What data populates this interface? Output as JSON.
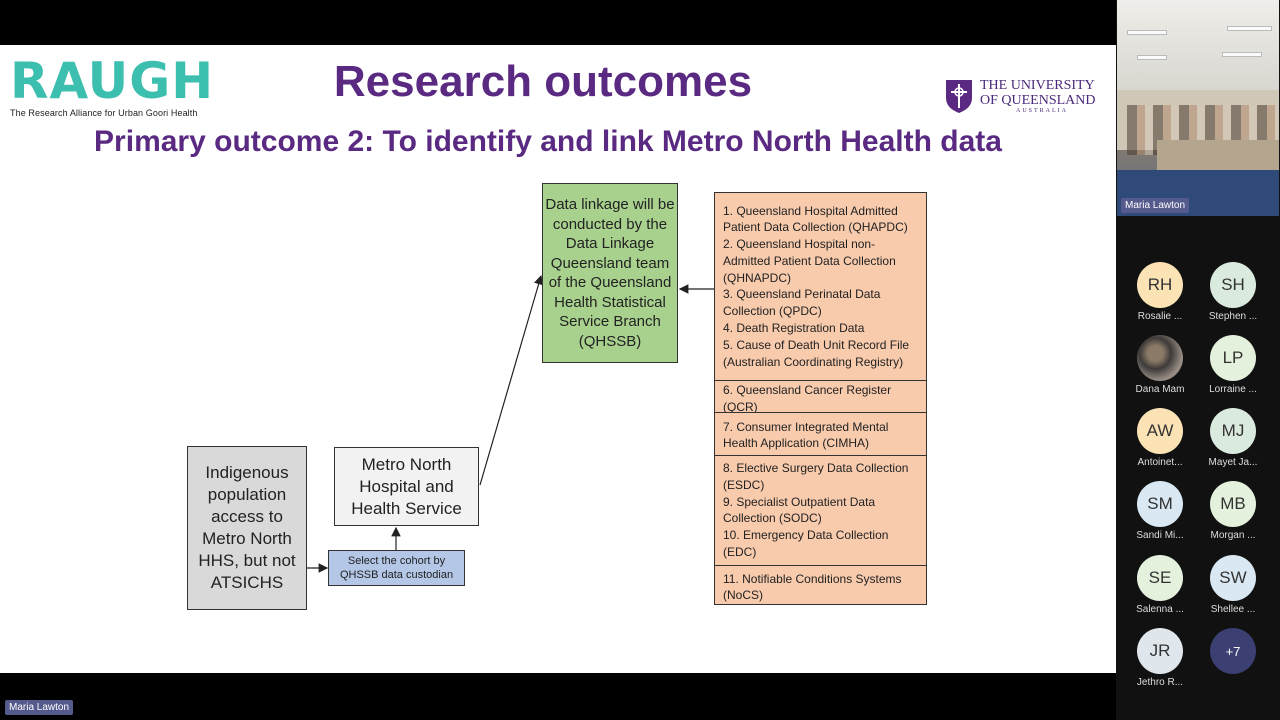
{
  "slide": {
    "logo_text": "RAUGH",
    "logo_tagline": "The Research Alliance for Urban Goori Health",
    "title": "Research outcomes",
    "subtitle": "Primary outcome 2: To identify and link Metro North Health data",
    "uq_line1": "THE UNIVERSITY",
    "uq_line2": "OF QUEENSLAND",
    "uq_line3": "AUSTRALIA"
  },
  "diagram": {
    "indigenous_box": "Indigenous population access to Metro North HHS, but not ATSICHS",
    "metro_box": "Metro North Hospital and Health Service",
    "select_box": "Select the cohort by QHSSB data custodian",
    "green_box": "Data linkage will be conducted by the Data Linkage Queensland team of the Queensland Health Statistical Service Branch (QHSSB)",
    "orange_groups": [
      [
        "1. Queensland Hospital Admitted Patient Data Collection (QHAPDC)",
        "2. Queensland Hospital non-Admitted Patient Data Collection (QHNAPDC)",
        "3. Queensland Perinatal Data Collection (QPDC)",
        "4. Death Registration Data",
        "5. Cause of Death Unit Record File (Australian Coordinating Registry)"
      ],
      [
        "6. Queensland Cancer Register (QCR)"
      ],
      [
        "7. Consumer Integrated Mental Health Application (CIMHA)"
      ],
      [
        "8. Elective Surgery Data Collection (ESDC)",
        "9. Specialist Outpatient Data Collection (SODC)",
        "10. Emergency Data Collection (EDC)"
      ],
      [
        "11. Notifiable Conditions Systems (NoCS)"
      ]
    ]
  },
  "participants": {
    "camera_name": "Maria Lawton",
    "tiles": [
      {
        "initials": "RH",
        "name": "Rosalie ...",
        "color": "#fbe3b5"
      },
      {
        "initials": "SH",
        "name": "Stephen ...",
        "color": "#dbeadf"
      },
      {
        "initials": "",
        "name": "Dana Mam",
        "color": "#6a5e55"
      },
      {
        "initials": "LP",
        "name": "Lorraine ...",
        "color": "#e4f1dd"
      },
      {
        "initials": "AW",
        "name": "Antoinet...",
        "color": "#fbe3b5"
      },
      {
        "initials": "MJ",
        "name": "Mayet Ja...",
        "color": "#dbeadf"
      },
      {
        "initials": "SM",
        "name": "Sandi Mi...",
        "color": "#d9e8f2"
      },
      {
        "initials": "MB",
        "name": "Morgan ...",
        "color": "#e4f1dd"
      },
      {
        "initials": "SE",
        "name": "Salenna ...",
        "color": "#e4f1dd"
      },
      {
        "initials": "SW",
        "name": "Shellee ...",
        "color": "#d9e8f2"
      },
      {
        "initials": "JR",
        "name": "Jethro R...",
        "color": "#dfe6ec"
      }
    ],
    "more_count": "+7"
  },
  "bottom_label": "Maria Lawton"
}
